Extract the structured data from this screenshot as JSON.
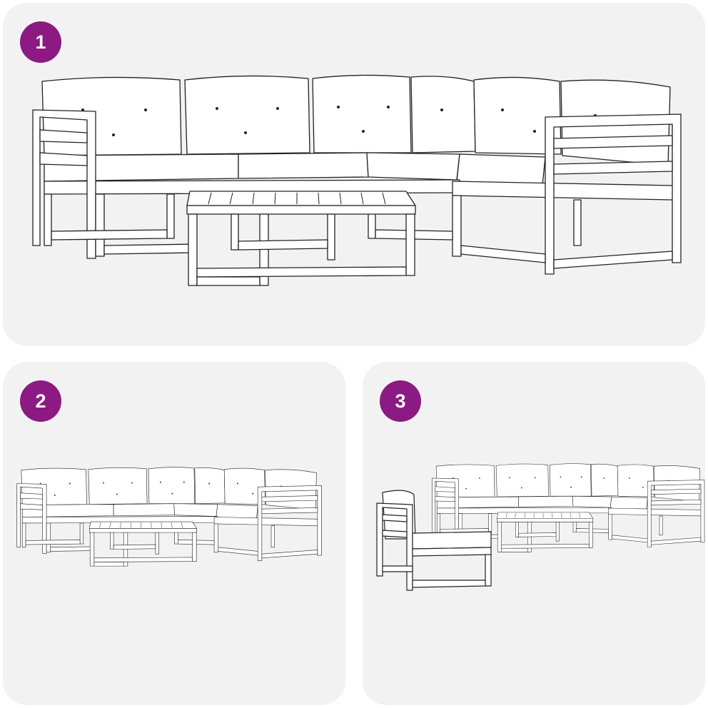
{
  "panels": [
    {
      "number": "1",
      "illustration": "sofa-set-sectional"
    },
    {
      "number": "2",
      "illustration": "sofa-set-sectional-small"
    },
    {
      "number": "3",
      "illustration": "sofa-set-with-separate-chair"
    }
  ],
  "colors": {
    "badge": "#8c1a82",
    "panel": "#f2f2f2",
    "line": "#222222"
  }
}
